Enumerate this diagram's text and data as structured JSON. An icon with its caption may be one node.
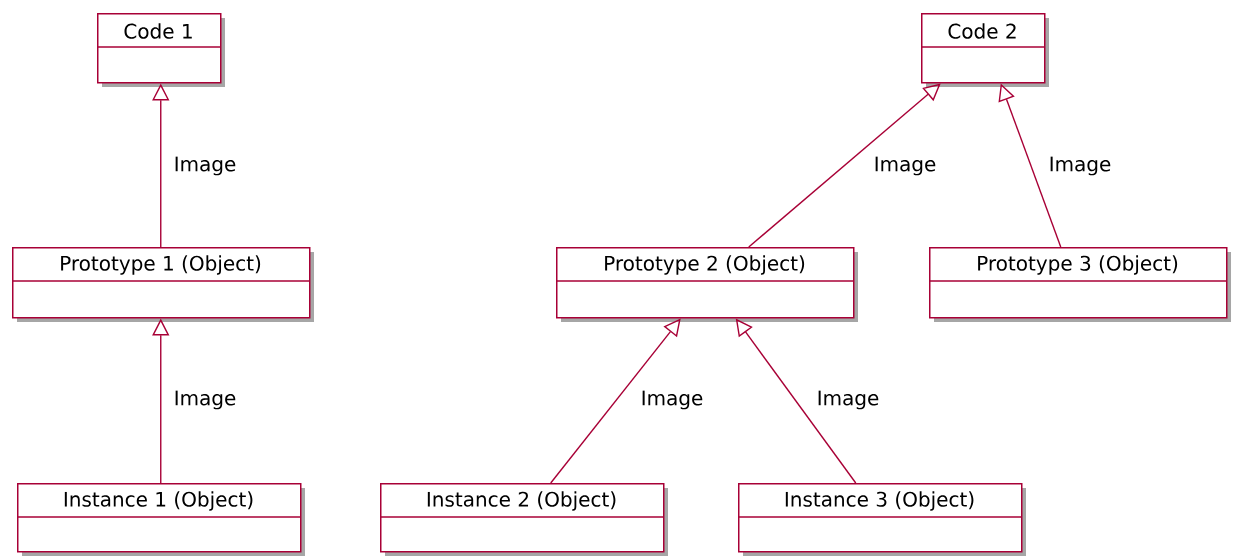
{
  "diagram": {
    "nodes": [
      {
        "text": [
          "Code 1"
        ]
      },
      {
        "text": [
          "Prototype 1 (Object)"
        ]
      },
      {
        "text": [
          "Instance 1 (Object)"
        ]
      },
      {
        "text": [
          "Code 2"
        ]
      },
      {
        "text": [
          "Prototype 2 (Object)"
        ]
      },
      {
        "text": [
          "Prototype 3 (Object)"
        ]
      },
      {
        "text": [
          "Instance 2 (Object)"
        ]
      },
      {
        "text": [
          "Instance 3 (Object)"
        ]
      }
    ],
    "edges": [
      {
        "from": 1,
        "to": 0,
        "arrow": "to",
        "label": "Image"
      },
      {
        "from": 2,
        "to": 1,
        "arrow": "to",
        "label": "Image"
      },
      {
        "from": 4,
        "to": 3,
        "arrow": "to",
        "label": "Image"
      },
      {
        "from": 5,
        "to": 3,
        "arrow": "to",
        "label": "Image"
      },
      {
        "from": 6,
        "to": 4,
        "arrow": "to",
        "label": "Image"
      },
      {
        "from": 7,
        "to": 4,
        "arrow": "to",
        "label": "Image"
      }
    ]
  }
}
